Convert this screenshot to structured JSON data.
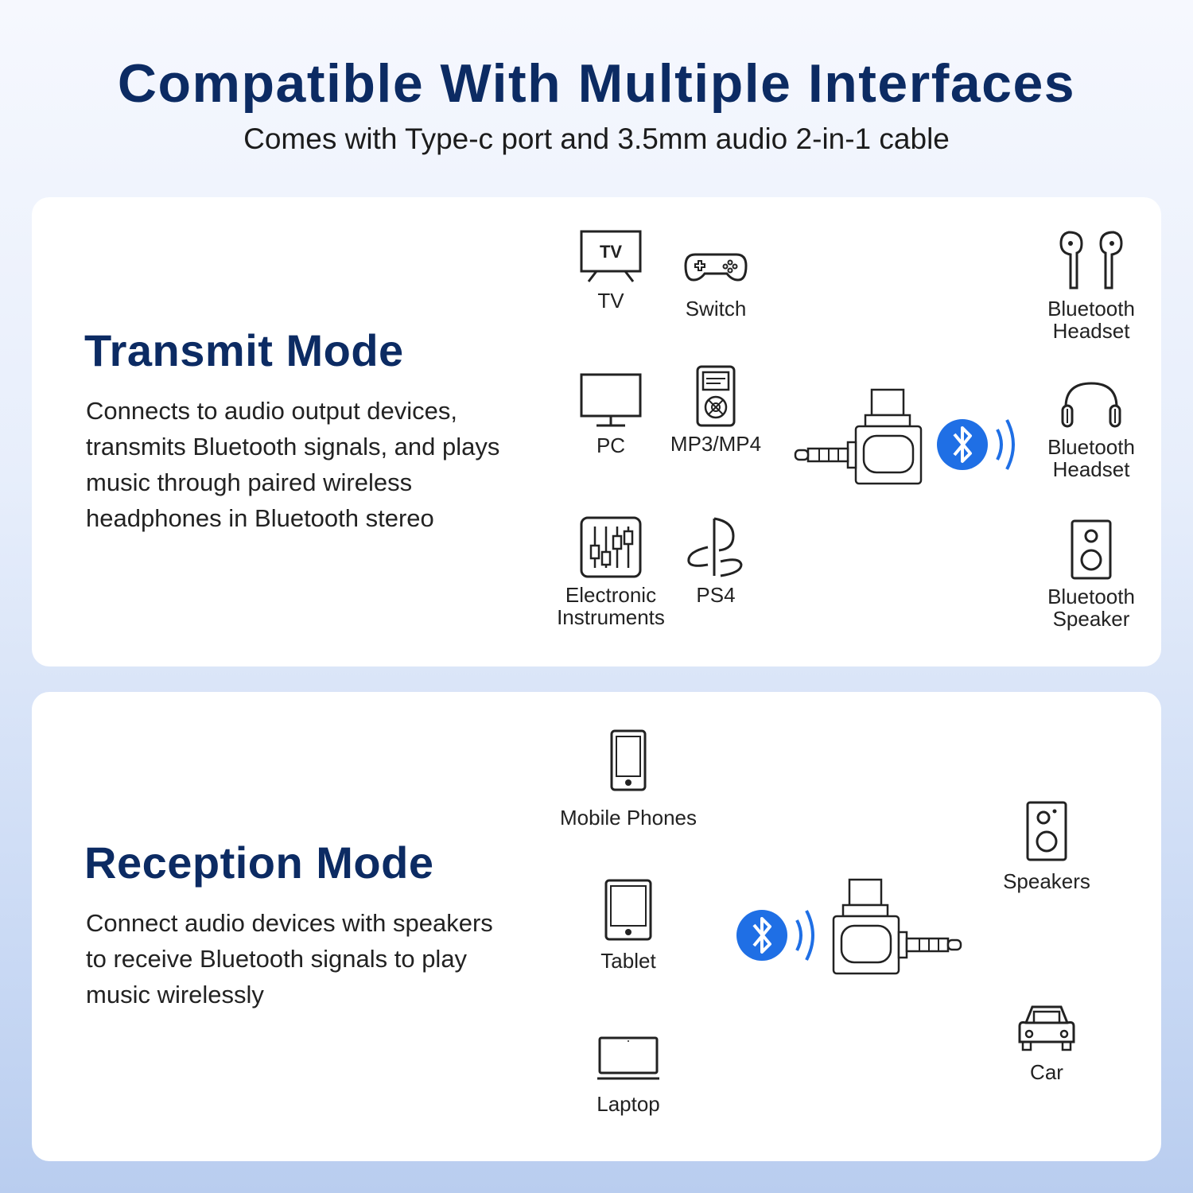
{
  "header": {
    "title": "Compatible With Multiple Interfaces",
    "subtitle": "Comes with Type-c port and 3.5mm audio 2-in-1 cable"
  },
  "transmit": {
    "title": "Transmit Mode",
    "description": "Connects to audio output devices, transmits Bluetooth signals, and plays music through paired wireless headphones in Bluetooth stereo",
    "sources": [
      {
        "label": "TV",
        "icon": "tv-icon"
      },
      {
        "label": "Switch",
        "icon": "gamepad-icon"
      },
      {
        "label": "PC",
        "icon": "monitor-icon"
      },
      {
        "label": "MP3/MP4",
        "icon": "mp3-player-icon"
      },
      {
        "label": "Electronic Instruments",
        "icon": "mixer-icon"
      },
      {
        "label": "PS4",
        "icon": "playstation-icon"
      }
    ],
    "targets": [
      {
        "label": "Bluetooth Headset",
        "icon": "earbuds-icon"
      },
      {
        "label": "Bluetooth Headset",
        "icon": "headphones-icon"
      },
      {
        "label": "Bluetooth Speaker",
        "icon": "speaker-icon"
      }
    ]
  },
  "reception": {
    "title": "Reception Mode",
    "description": "Connect audio devices with speakers to receive Bluetooth signals to play music wirelessly",
    "sources": [
      {
        "label": "Mobile Phones",
        "icon": "phone-icon"
      },
      {
        "label": "Tablet",
        "icon": "tablet-icon"
      },
      {
        "label": "Laptop",
        "icon": "laptop-icon"
      }
    ],
    "targets": [
      {
        "label": "Speakers",
        "icon": "speaker-icon"
      },
      {
        "label": "Car",
        "icon": "car-icon"
      }
    ]
  },
  "icons": {
    "tv_text": "TV"
  },
  "colors": {
    "title": "#0c2b63",
    "bluetooth": "#1f6fe5"
  }
}
